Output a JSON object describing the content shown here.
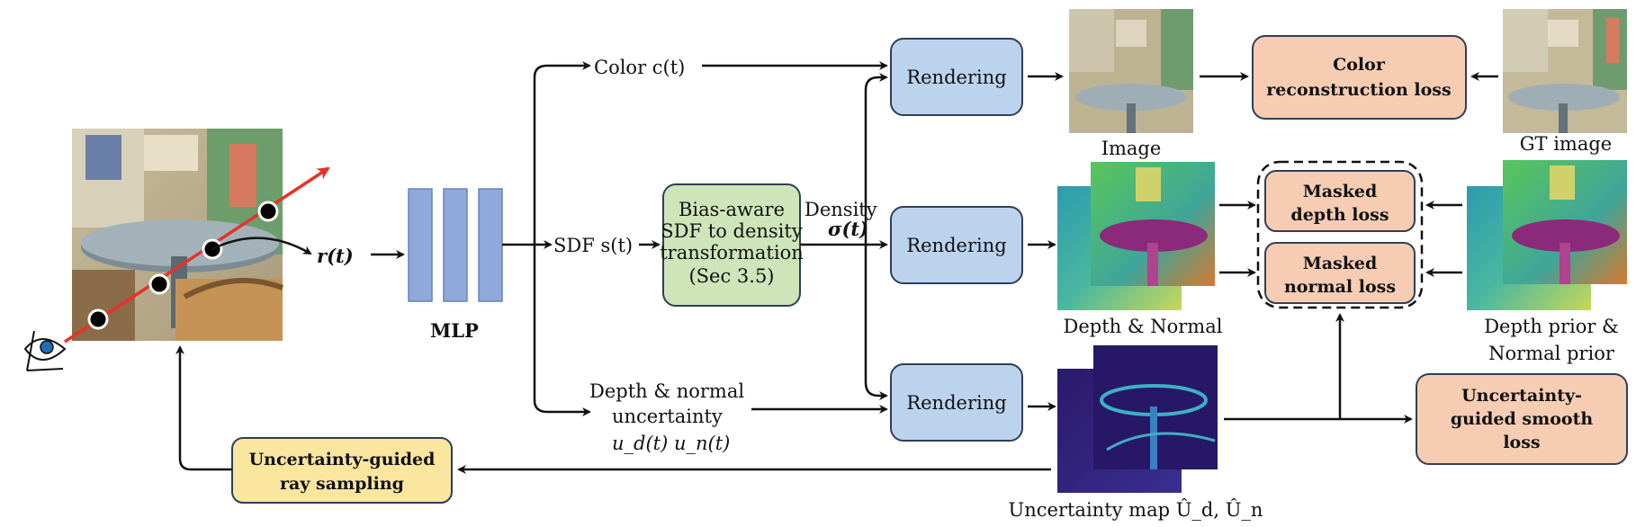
{
  "colors": {
    "blue_box": "#bcd3ee",
    "blue_stroke": "#2f3f57",
    "green_box": "#cde5b9",
    "orange_box": "#f6cdb3",
    "yellow_box": "#fbe6a0",
    "ray": "#e5332a",
    "mlp_bar": "#8fa9dc"
  },
  "input": {
    "ray_label": "r(t)",
    "mlp_label": "MLP"
  },
  "outputs": {
    "color_label": "Color c(t)",
    "sdf_label": "SDF s(t)",
    "uncertainty_label": [
      "Depth  & normal",
      "uncertainty",
      "u_d(t) u_n(t)"
    ]
  },
  "transform_box": {
    "lines": [
      "Bias-aware",
      "SDF to density",
      "transformation",
      "(Sec 3.5)"
    ]
  },
  "density_label": [
    "Density",
    "σ(t)"
  ],
  "rendering": [
    "Rendering",
    "Rendering",
    "Rendering"
  ],
  "images": {
    "image_caption": "Image",
    "gt_caption": "GT image",
    "depth_normal_caption": "Depth & Normal",
    "prior_caption": [
      "Depth prior &",
      "Normal prior"
    ],
    "uncertainty_caption": "Uncertainty map Û_d, Û_n"
  },
  "losses": {
    "color": [
      "Color",
      "reconstruction loss"
    ],
    "depth": [
      "Masked",
      "depth loss"
    ],
    "normal": [
      "Masked",
      "normal loss"
    ],
    "smooth": [
      "Uncertainty-",
      "guided smooth",
      "loss"
    ]
  },
  "sampling_box": [
    "Uncertainty-guided",
    "ray sampling"
  ]
}
